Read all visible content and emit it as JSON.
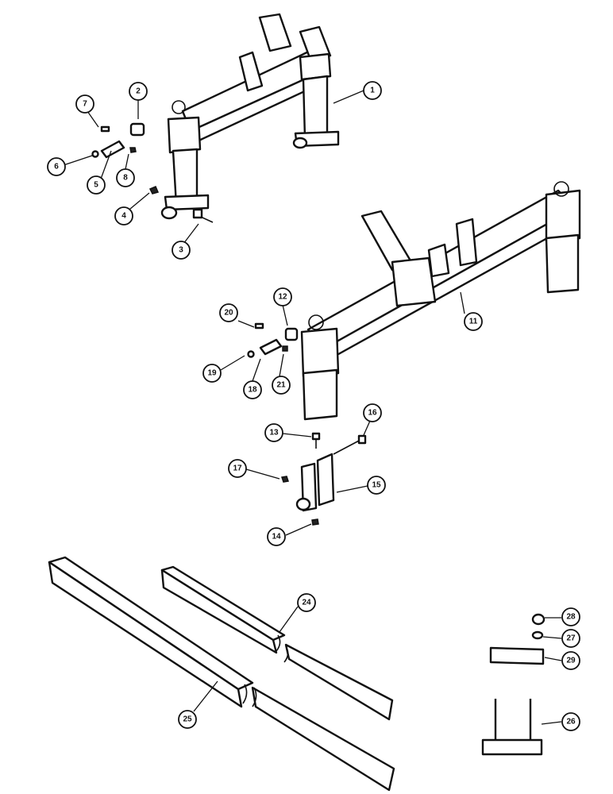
{
  "callouts": [
    {
      "id": "c1",
      "label": "1"
    },
    {
      "id": "c2",
      "label": "2"
    },
    {
      "id": "c3",
      "label": "3"
    },
    {
      "id": "c4",
      "label": "4"
    },
    {
      "id": "c5",
      "label": "5"
    },
    {
      "id": "c6",
      "label": "6"
    },
    {
      "id": "c7",
      "label": "7"
    },
    {
      "id": "c8",
      "label": "8"
    },
    {
      "id": "c11",
      "label": "11"
    },
    {
      "id": "c12",
      "label": "12"
    },
    {
      "id": "c13",
      "label": "13"
    },
    {
      "id": "c14",
      "label": "14"
    },
    {
      "id": "c15",
      "label": "15"
    },
    {
      "id": "c16",
      "label": "16"
    },
    {
      "id": "c17",
      "label": "17"
    },
    {
      "id": "c18",
      "label": "18"
    },
    {
      "id": "c19",
      "label": "19"
    },
    {
      "id": "c20",
      "label": "20"
    },
    {
      "id": "c21",
      "label": "21"
    },
    {
      "id": "c24",
      "label": "24"
    },
    {
      "id": "c25",
      "label": "25"
    },
    {
      "id": "c26",
      "label": "26"
    },
    {
      "id": "c27",
      "label": "27"
    },
    {
      "id": "c28",
      "label": "28"
    },
    {
      "id": "c29",
      "label": "29"
    }
  ]
}
